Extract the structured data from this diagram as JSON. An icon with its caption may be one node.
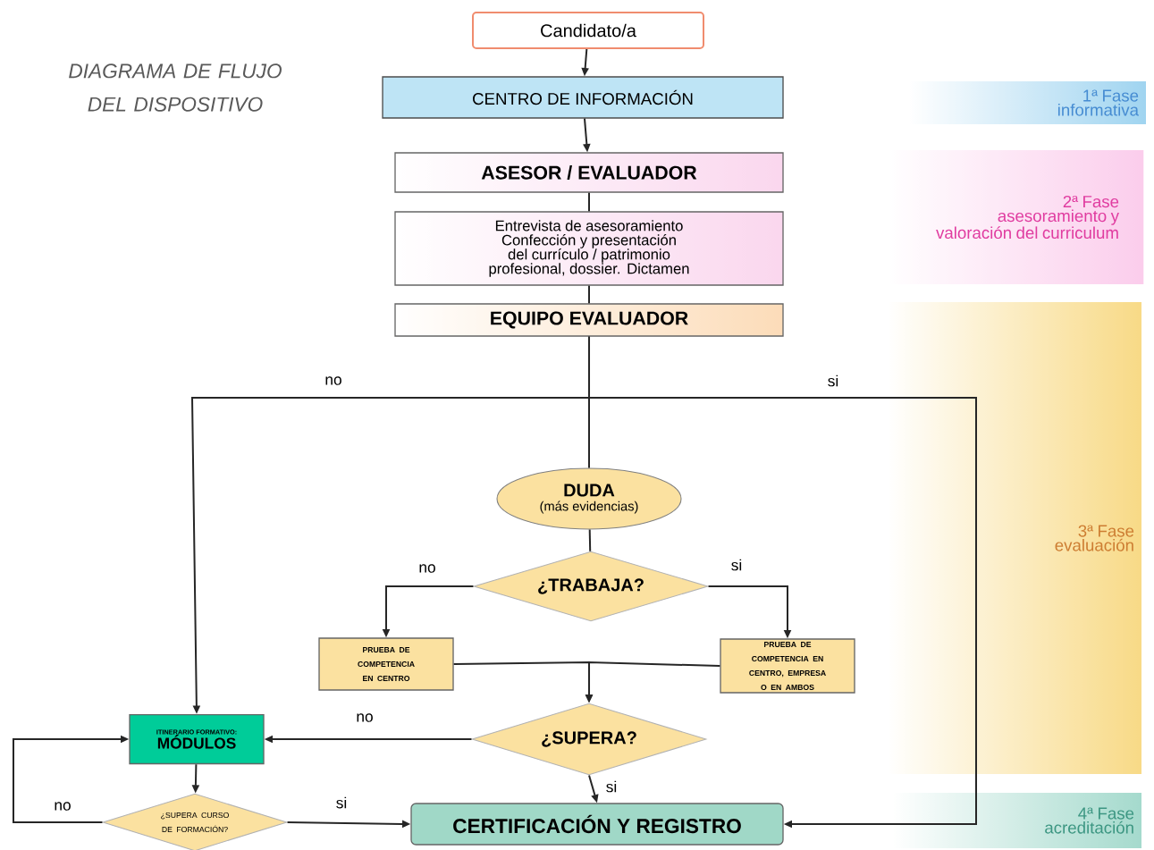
{
  "diagram": {
    "title": "DIAGRAMA DE FLUJO DEL DISPOSITIVO",
    "nodes": [
      {
        "text": [
          "Candidato/a"
        ]
      },
      {
        "text": [
          "CENTRO DE INFORMACIÓN"
        ]
      },
      {
        "text": [
          "ASESOR / EVALUADOR"
        ]
      },
      {
        "text": [
          "Entrevista de asesoramiento",
          "Confección y presentación del currículo / patrimonio profesional, dossier. Dictamen"
        ]
      },
      {
        "text": [
          "EQUIPO EVALUADOR"
        ]
      },
      {
        "text": [
          "DUDA",
          "(más evidencias)"
        ]
      },
      {
        "text": [
          "¿TRABAJA?"
        ]
      },
      {
        "text": [
          "PRUEBA DE COMPETENCIA EN CENTRO"
        ]
      },
      {
        "text": [
          "PRUEBA DE COMPETENCIA EN CENTRO, EMPRESA O EN AMBOS"
        ]
      },
      {
        "text": [
          "¿SUPERA?"
        ]
      },
      {
        "text": [
          "ITINERARIO FORMATIVO:",
          "MÓDULOS"
        ]
      },
      {
        "text": [
          "¿SUPERA CURSO DE FORMACIÓN?"
        ]
      },
      {
        "text": [
          "CERTIFICACIÓN Y REGISTRO"
        ]
      },
      {
        "text": [
          "1ª Fase",
          "informativa"
        ]
      },
      {
        "text": [
          "2ª Fase",
          "asesoramiento y valoración del curriculum"
        ]
      },
      {
        "text": [
          "3ª Fase",
          "evaluación"
        ]
      },
      {
        "text": [
          "4ª Fase",
          "acreditación"
        ]
      }
    ],
    "edges": [
      {
        "from": 0,
        "to": 1,
        "arrow": "to"
      },
      {
        "from": 1,
        "to": 2,
        "arrow": "to"
      },
      {
        "from": 2,
        "to": 3,
        "arrow": "none"
      },
      {
        "from": 3,
        "to": 4,
        "arrow": "none"
      },
      {
        "from": 4,
        "to": 10,
        "arrow": "to",
        "label": "no"
      },
      {
        "from": 4,
        "to": 12,
        "arrow": "to",
        "label": "si"
      },
      {
        "from": 4,
        "to": 5,
        "arrow": "none"
      },
      {
        "from": 5,
        "to": 6,
        "arrow": "none"
      },
      {
        "from": 6,
        "to": 7,
        "arrow": "to",
        "label": "no"
      },
      {
        "from": 6,
        "to": 8,
        "arrow": "to",
        "label": "si"
      },
      {
        "from": 7,
        "to": 9,
        "arrow": "to"
      },
      {
        "from": 8,
        "to": 9,
        "arrow": "to"
      },
      {
        "from": 9,
        "to": 10,
        "arrow": "to",
        "label": "no"
      },
      {
        "from": 9,
        "to": 12,
        "arrow": "to",
        "label": "si"
      },
      {
        "from": 10,
        "to": 11,
        "arrow": "to"
      },
      {
        "from": 11,
        "to": 10,
        "arrow": "to",
        "label": "no"
      },
      {
        "from": 11,
        "to": 12,
        "arrow": "to",
        "label": "si"
      }
    ]
  }
}
